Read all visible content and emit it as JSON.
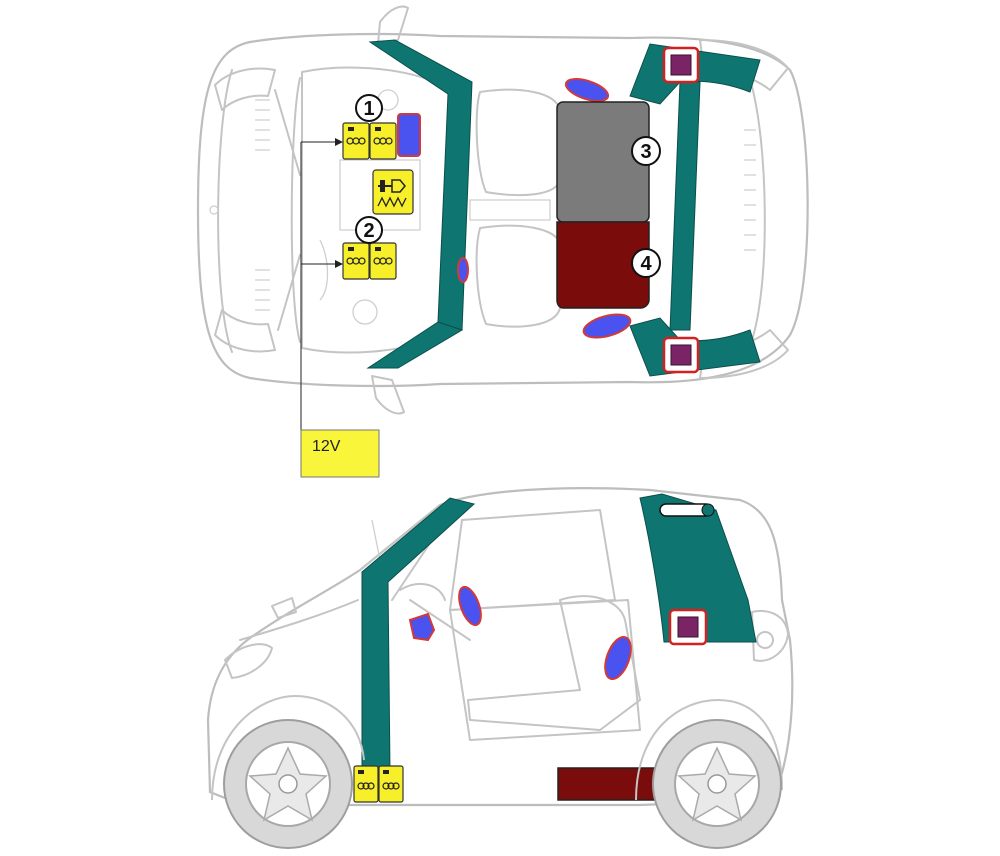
{
  "callouts": [
    "1",
    "2",
    "3",
    "4"
  ],
  "voltage_label": "12V",
  "colors": {
    "reinforcement": "#0f7570",
    "airbag": "#4a52f0",
    "airbag_outline": "#d23a3a",
    "sensor": "#7a2466",
    "battery": "#f6ef2a",
    "fuel_tank": "#7a0c0c",
    "storage_area": "#7b7b7b",
    "outline": "#c4c4c4"
  },
  "icons": [
    "battery-icon",
    "gas-strut-icon",
    "airbag-icon",
    "sensor-icon",
    "fuel-tank-icon",
    "high-strength-pillar-icon"
  ]
}
